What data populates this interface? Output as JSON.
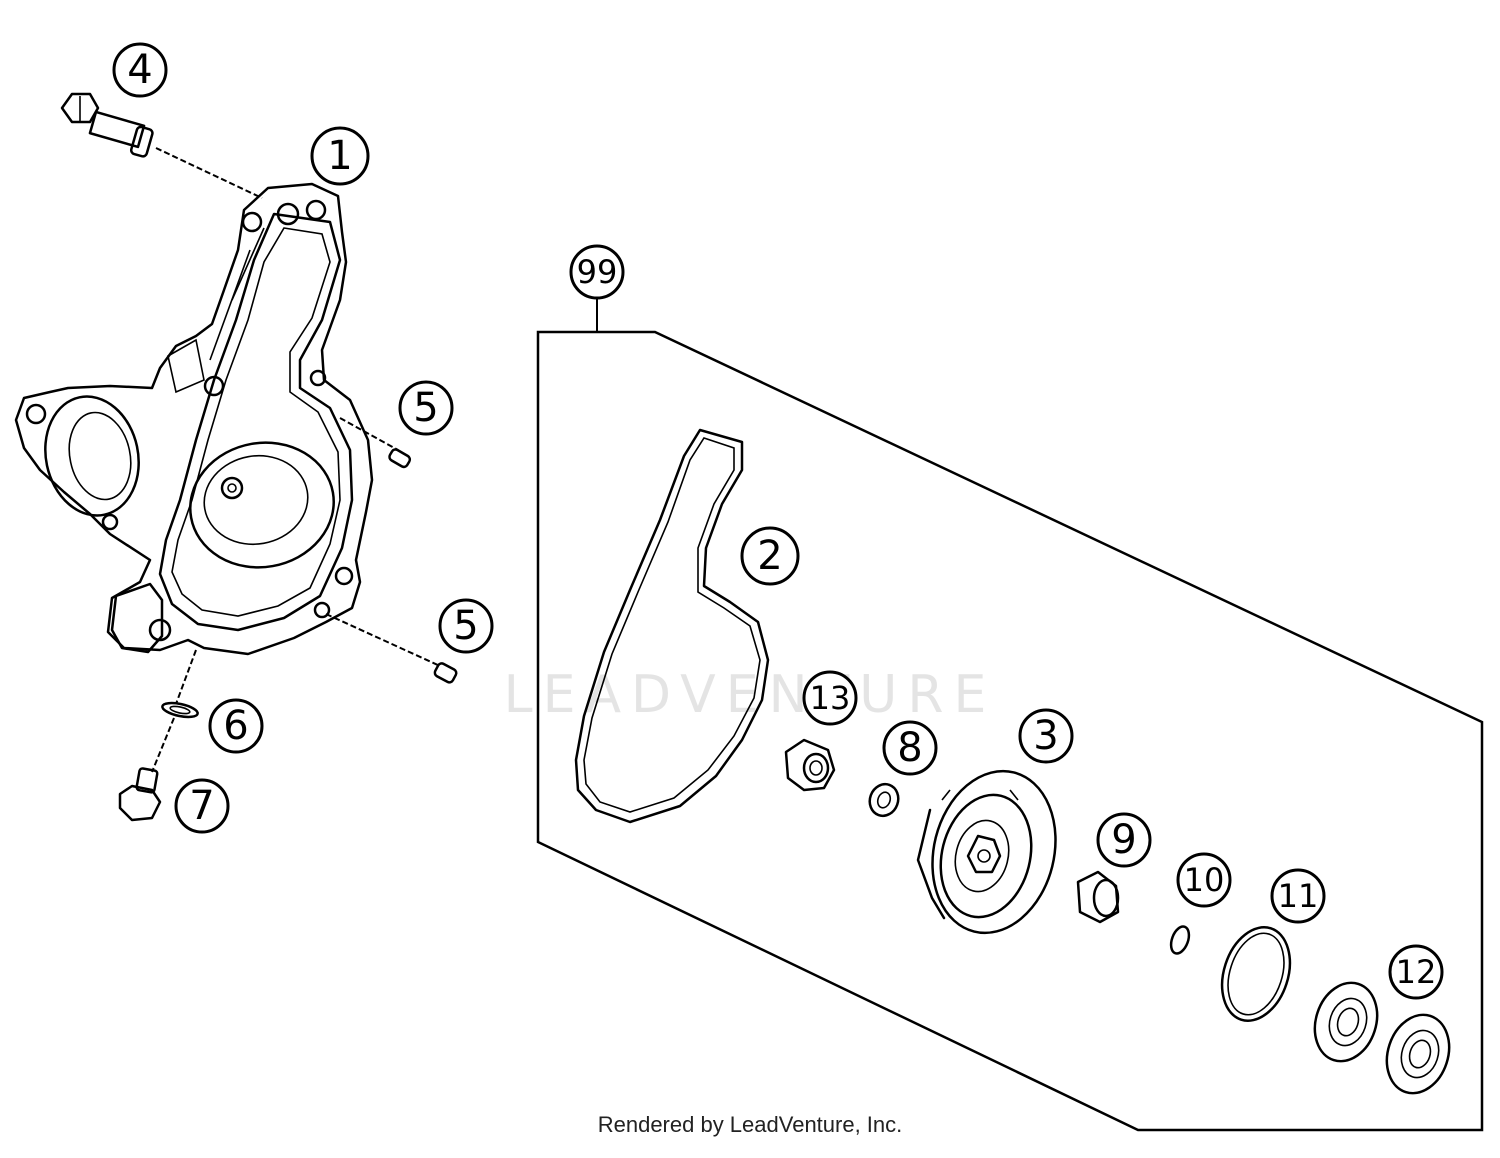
{
  "watermark": "LEADVENTURE",
  "credit": "Rendered by LeadVenture, Inc.",
  "callouts": {
    "c1": "1",
    "c2": "2",
    "c3": "3",
    "c4": "4",
    "c5a": "5",
    "c5b": "5",
    "c6": "6",
    "c7": "7",
    "c8": "8",
    "c9": "9",
    "c10": "10",
    "c11": "11",
    "c12": "12",
    "c13": "13",
    "c99": "99"
  }
}
